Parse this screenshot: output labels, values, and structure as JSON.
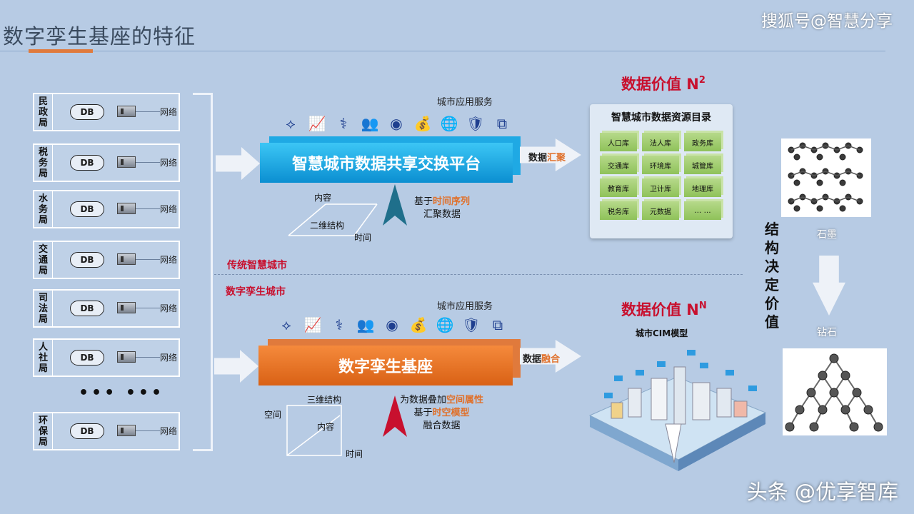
{
  "header": {
    "title": "数字孪生基座的特征",
    "watermark_top": "搜狐号@智慧分享",
    "watermark_bottom": "头条 @优享智库"
  },
  "bureaus": {
    "db_label": "DB",
    "network_label": "网络",
    "items": [
      {
        "name": "民政局"
      },
      {
        "name": "税务局"
      },
      {
        "name": "水务局"
      },
      {
        "name": "交通局"
      },
      {
        "name": "司法局"
      },
      {
        "name": "人社局"
      },
      {
        "name": "环保局"
      }
    ],
    "ellipsis": "••• •••"
  },
  "top_section": {
    "service_label": "城市应用服务",
    "platform_label": "智慧城市数据共享交换平台",
    "flow_prefix": "数据",
    "flow_highlight": "汇聚",
    "desc_line1_prefix": "基于",
    "desc_line1_highlight": "时间序列",
    "desc_line2": "汇聚数据",
    "axis_content": "内容",
    "axis_2d": "二维结构",
    "axis_time": "时间",
    "value_text": "数据价值 N",
    "value_exp": "2",
    "catalog_title": "智慧城市数据资源目录",
    "catalog_items": [
      "人口库",
      "法人库",
      "政务库",
      "交通库",
      "环境库",
      "城管库",
      "教育库",
      "卫计库",
      "地理库",
      "税务库",
      "元数据",
      "… …"
    ]
  },
  "section_labels": {
    "traditional": "传统智慧城市",
    "digital_twin": "数字孪生城市"
  },
  "bottom_section": {
    "service_label": "城市应用服务",
    "platform_label": "数字孪生基座",
    "flow_prefix": "数据",
    "flow_highlight": "融合",
    "desc_line1_prefix": "为数据叠加",
    "desc_line1_highlight": "空间属性",
    "desc_line2_prefix": "基于",
    "desc_line2_highlight": "时空模型",
    "desc_line3": "融合数据",
    "axis_3d": "三维结构",
    "axis_space": "空间",
    "axis_content": "内容",
    "axis_time": "时间",
    "value_text": "数据价值 N",
    "value_exp": "N",
    "cim_label": "城市CIM模型"
  },
  "right_column": {
    "vertical_text": "结构决定价值",
    "graphite": "石墨",
    "diamond": "钻石"
  },
  "icons": [
    "network-icon",
    "growth-chart-icon",
    "stethoscope-icon",
    "people-icon",
    "media-icon",
    "money-icon",
    "globe-icon",
    "shield-icon",
    "network-nodes-icon"
  ],
  "colors": {
    "background": "#b7cbe4",
    "platform_blue": "#1fa9e4",
    "platform_orange": "#e07a3c",
    "highlight_red": "#c8102e",
    "highlight_orange": "#e0702a",
    "db_green": "#9fcd6c"
  }
}
